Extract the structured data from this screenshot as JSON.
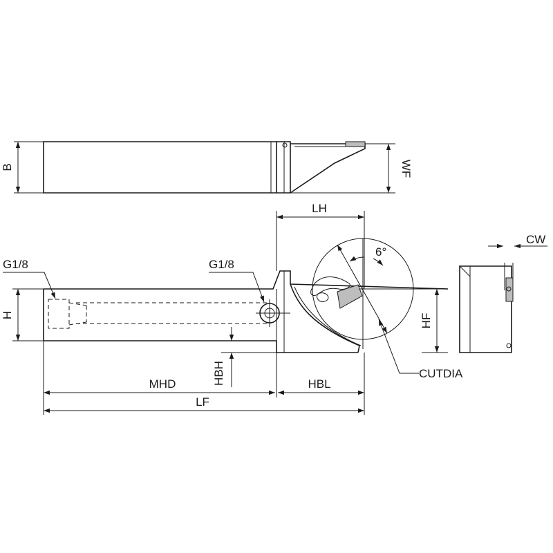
{
  "labels": {
    "b": "B",
    "wf": "WF",
    "lh": "LH",
    "cw": "CW",
    "angle": "6°",
    "g18_left": "G1/8",
    "g18_right": "G1/8",
    "h": "H",
    "hf": "HF",
    "hbh": "HBH",
    "cutdia": "CUTDIA",
    "mhd": "MHD",
    "hbl": "HBL",
    "lf": "LF"
  }
}
